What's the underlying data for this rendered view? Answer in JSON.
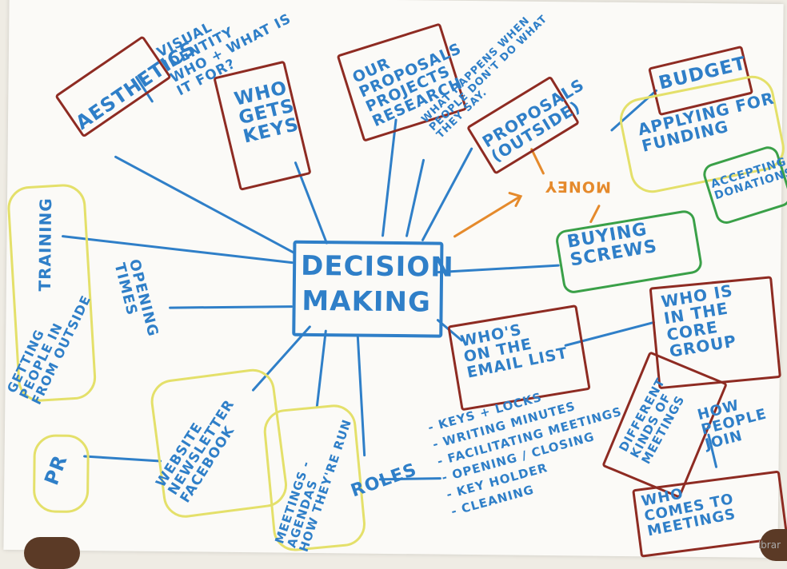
{
  "center": "DECISION\nMAKING",
  "nodes": {
    "aesthetics": "AESTHETICS",
    "visual_identity": "VISUAL\nIDENTITY\nWHO + WHAT IS\nIT FOR?",
    "who_gets_keys": "WHO\nGETS\nKEYS",
    "our_proposals": "OUR\nPROPOSALS\nPROJECTS\nRESEARCH",
    "what_happens": "WHAT HAPPENS WHEN\nPEOPLE DON'T DO WHAT\nTHEY SAY.",
    "proposals_outside": "PROPOSALS\n(OUTSIDE)",
    "money": "MONEY",
    "budget": "BUDGET",
    "applying_funding": "APPLYING FOR\nFUNDING",
    "accepting_donations": "ACCEPTING\nDONATIONS",
    "buying_screws": "BUYING\nSCREWS",
    "training": "TRAINING",
    "getting_people": "GETTING\nPEOPLE IN\nFROM OUTSIDE",
    "opening_times": "OPENING\nTIMES",
    "whos_email": "WHO'S\nON THE\nEMAIL LIST",
    "core_group": "WHO IS\nIN THE\nCORE\nGROUP",
    "different_kinds": "DIFFERENT\nKINDS OF\nMEETINGS",
    "how_people_join": "HOW\nPEOPLE\nJOIN",
    "who_comes": "WHO\nCOMES TO\nMEETINGS",
    "pr": "PR",
    "website": "WEBSITE\nNEWSLETTER\nFACEBOOK",
    "meetings": "MEETINGS -\nAGENDAS\nHOW THEY'RE RUN",
    "roles": "ROLES",
    "roles_list": "- KEYS + LOCKS\n- WRITING MINUTES\n- FACILITATING MEETINGS\n- OPENING / CLOSING\n- KEY HOLDER\n- CLEANING"
  },
  "watermark": "ibrar",
  "colors": {
    "ink_blue": "#2f7fc8",
    "box_red": "#8e2b22",
    "highlight_yellow": "#e4e06a",
    "box_green": "#3aa048",
    "arrow_orange": "#e58a2c",
    "paper": "#fbfaf7"
  }
}
